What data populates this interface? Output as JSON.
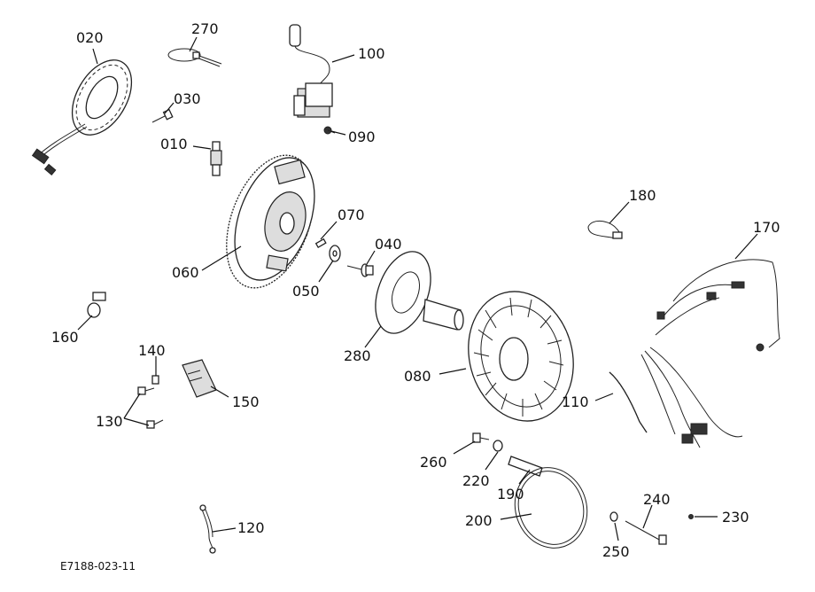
{
  "diagram": {
    "drawing_code": "E7188-023-11",
    "parts": [
      {
        "key": "p020",
        "number": "020",
        "icon": "stator-coil-icon"
      },
      {
        "key": "p270",
        "number": "270",
        "icon": "cable-tie-icon"
      },
      {
        "key": "p100",
        "number": "100",
        "icon": "ignition-coil-icon"
      },
      {
        "key": "p030",
        "number": "030",
        "icon": "bolt-icon"
      },
      {
        "key": "p090",
        "number": "090",
        "icon": "screw-icon"
      },
      {
        "key": "p010",
        "number": "010",
        "icon": "spark-plug-icon"
      },
      {
        "key": "p070",
        "number": "070",
        "icon": "key-pin-icon"
      },
      {
        "key": "p040",
        "number": "040",
        "icon": "flange-bolt-icon"
      },
      {
        "key": "p060",
        "number": "060",
        "icon": "flywheel-icon"
      },
      {
        "key": "p050",
        "number": "050",
        "icon": "washer-icon"
      },
      {
        "key": "p180",
        "number": "180",
        "icon": "clamp-band-icon"
      },
      {
        "key": "p170",
        "number": "170",
        "icon": "wire-harness-icon"
      },
      {
        "key": "p160",
        "number": "160",
        "icon": "wire-clamp-icon"
      },
      {
        "key": "p280",
        "number": "280",
        "icon": "coupling-shaft-icon"
      },
      {
        "key": "p140",
        "number": "140",
        "icon": "nut-icon"
      },
      {
        "key": "p150",
        "number": "150",
        "icon": "regulator-icon"
      },
      {
        "key": "p080",
        "number": "080",
        "icon": "cooling-fan-icon"
      },
      {
        "key": "p110",
        "number": "110",
        "icon": "corrugated-tube-icon"
      },
      {
        "key": "p130",
        "number": "130",
        "icon": "screw-pair-icon"
      },
      {
        "key": "p260",
        "number": "260",
        "icon": "bolt-icon"
      },
      {
        "key": "p220",
        "number": "220",
        "icon": "washer-icon"
      },
      {
        "key": "p190",
        "number": "190",
        "icon": "pipe-icon"
      },
      {
        "key": "p240",
        "number": "240",
        "icon": "long-bolt-icon"
      },
      {
        "key": "p230",
        "number": "230",
        "icon": "small-screw-icon"
      },
      {
        "key": "p200",
        "number": "200",
        "icon": "gasket-icon"
      },
      {
        "key": "p250",
        "number": "250",
        "icon": "washer-icon"
      },
      {
        "key": "p120",
        "number": "120",
        "icon": "ground-wire-icon"
      }
    ]
  }
}
